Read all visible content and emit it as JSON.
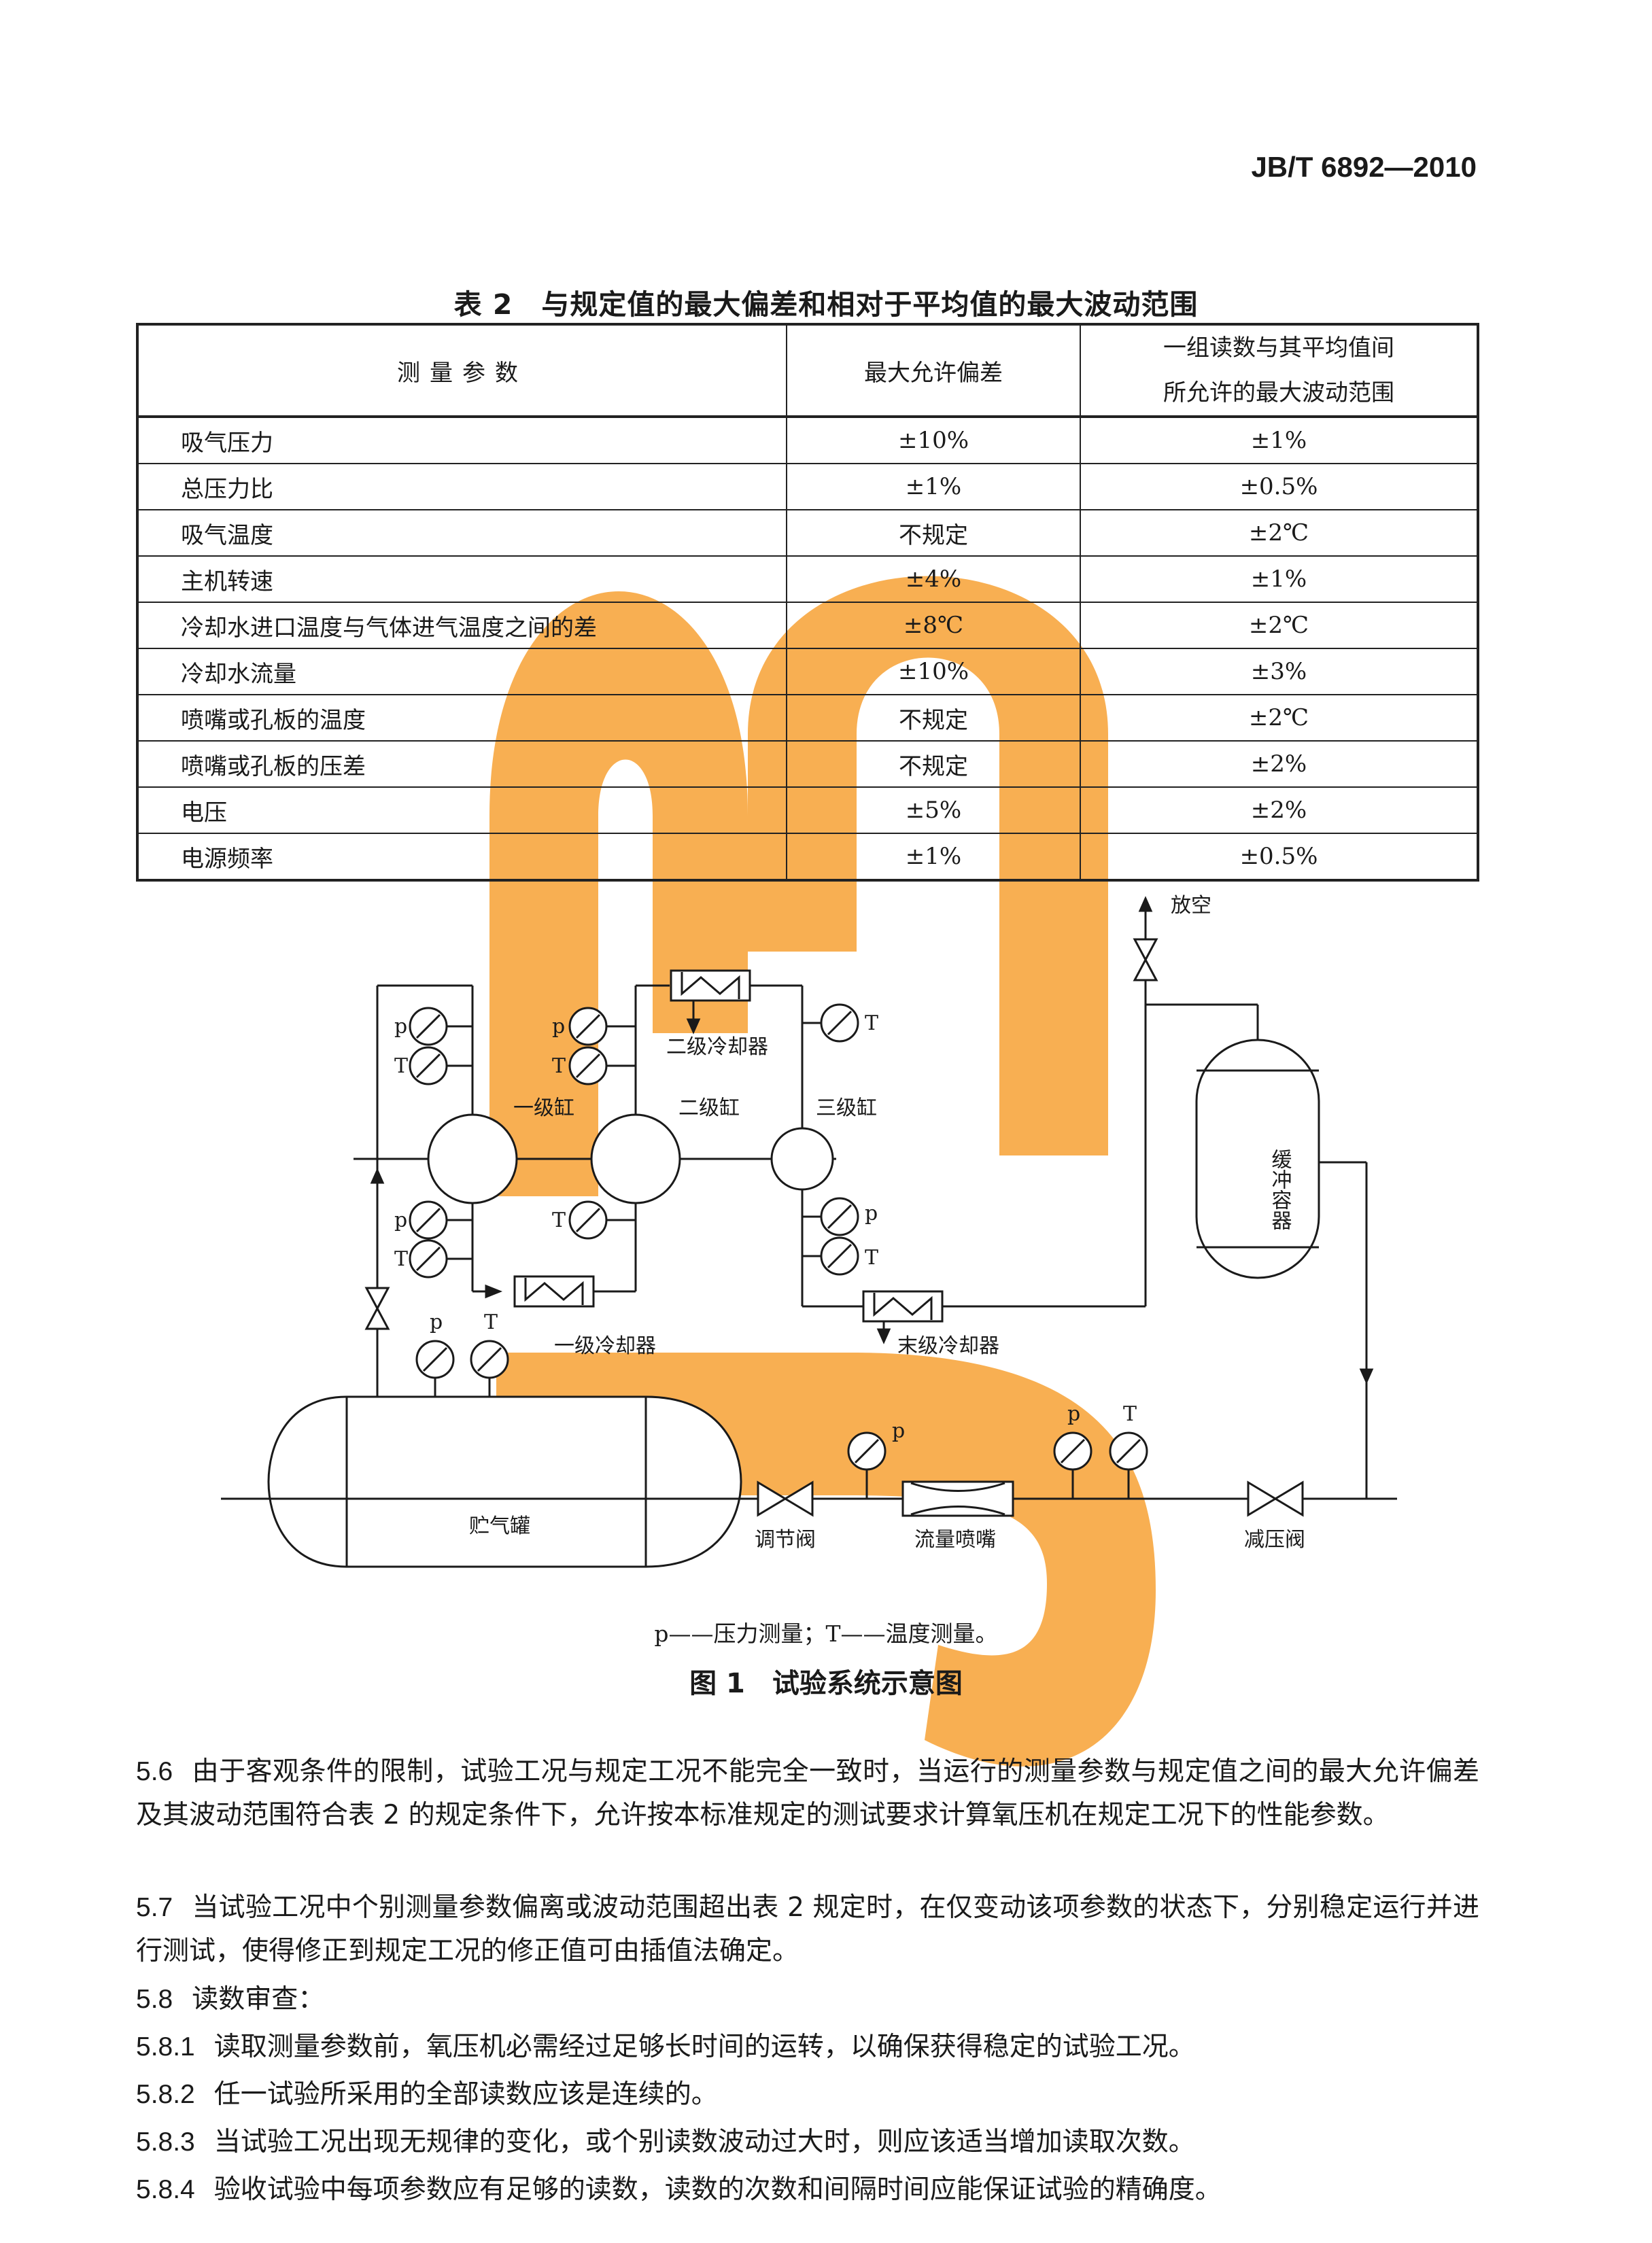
{
  "header": {
    "code": "JB/T 6892—2010"
  },
  "table": {
    "title": "表 2　与规定值的最大偏差和相对于平均值的最大波动范围",
    "headers": {
      "param": "测量参数",
      "deviation": "最大允许偏差",
      "range_line1": "一组读数与其平均值间",
      "range_line2": "所允许的最大波动范围"
    },
    "rows": [
      {
        "param": "吸气压力",
        "deviation": "±10%",
        "range": "±1%"
      },
      {
        "param": "总压力比",
        "deviation": "±1%",
        "range": "±0.5%"
      },
      {
        "param": "吸气温度",
        "deviation": "不规定",
        "range": "±2℃"
      },
      {
        "param": "主机转速",
        "deviation": "±4%",
        "range": "±1%"
      },
      {
        "param": "冷却水进口温度与气体进气温度之间的差",
        "deviation": "±8℃",
        "range": "±2℃"
      },
      {
        "param": "冷却水流量",
        "deviation": "±10%",
        "range": "±3%"
      },
      {
        "param": "喷嘴或孔板的温度",
        "deviation": "不规定",
        "range": "±2℃"
      },
      {
        "param": "喷嘴或孔板的压差",
        "deviation": "不规定",
        "range": "±2%"
      },
      {
        "param": "电压",
        "deviation": "±5%",
        "range": "±2%"
      },
      {
        "param": "电源频率",
        "deviation": "±1%",
        "range": "±0.5%"
      }
    ]
  },
  "diagram": {
    "labels": {
      "vent": "放空",
      "stage1": "一级缸",
      "stage2": "二级缸",
      "stage3": "三级缸",
      "cooler2": "二级冷却器",
      "cooler1": "一级冷却器",
      "cooler_final": "末级冷却器",
      "buffer": "缓冲容器",
      "tank": "贮气罐",
      "valve_reg": "调节阀",
      "nozzle": "流量喷嘴",
      "valve_red": "减压阀",
      "p": "p",
      "T": "T"
    },
    "legend": "p——压力测量；T——温度测量。",
    "caption": "图 1　试验系统示意图"
  },
  "paragraphs": [
    {
      "num": "5.6",
      "text": "由于客观条件的限制，试验工况与规定工况不能完全一致时，当运行的测量参数与规定值之间的最大允许偏差及其波动范围符合表 2 的规定条件下，允许按本标准规定的测试要求计算氧压机在规定工况下的性能参数。"
    },
    {
      "num": "5.7",
      "text": "当试验工况中个别测量参数偏离或波动范围超出表 2 规定时，在仅变动该项参数的状态下，分别稳定运行并进行测试，使得修正到规定工况的修正值可由插值法确定。"
    },
    {
      "num": "5.8",
      "text": "读数审查："
    },
    {
      "num": "5.8.1",
      "text": "读取测量参数前，氧压机必需经过足够长时间的运转，以确保获得稳定的试验工况。"
    },
    {
      "num": "5.8.2",
      "text": "任一试验所采用的全部读数应该是连续的。"
    },
    {
      "num": "5.8.3",
      "text": "当试验工况出现无规律的变化，或个别读数波动过大时，则应该适当增加读取次数。"
    },
    {
      "num": "5.8.4",
      "text": "验收试验中每项参数应有足够的读数，读数的次数和间隔时间应能保证试验的精确度。"
    }
  ],
  "colors": {
    "watermark": "#f59a2a",
    "ink": "#1a1a1a"
  }
}
